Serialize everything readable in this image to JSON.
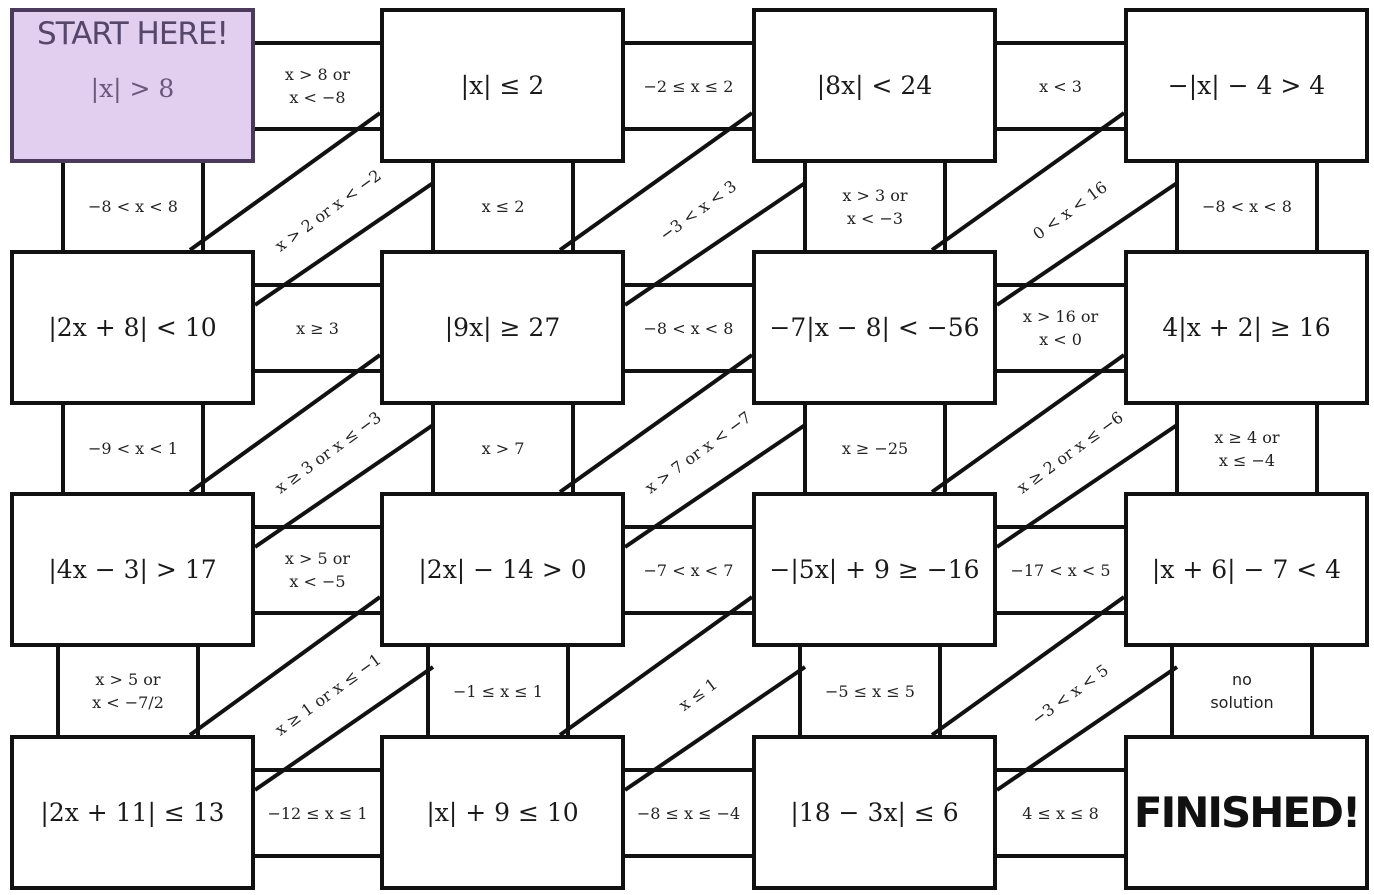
{
  "theme": {
    "start_fill": "#e2cff0",
    "start_border": "#4b3a5b",
    "line_color": "#111111",
    "background": "#ffffff"
  },
  "cells": [
    {
      "row": 0,
      "col": 0,
      "type": "start",
      "title": "START HERE!",
      "expr": "|x| > 8"
    },
    {
      "row": 0,
      "col": 1,
      "expr": "|x| ≤ 2"
    },
    {
      "row": 0,
      "col": 2,
      "expr": "|8x| < 24"
    },
    {
      "row": 0,
      "col": 3,
      "expr": "−|x| − 4 > 4"
    },
    {
      "row": 1,
      "col": 0,
      "expr": "|2x + 8| < 10"
    },
    {
      "row": 1,
      "col": 1,
      "expr": "|9x| ≥ 27"
    },
    {
      "row": 1,
      "col": 2,
      "expr": "−7|x − 8| < −56"
    },
    {
      "row": 1,
      "col": 3,
      "expr": "4|x + 2| ≥ 16"
    },
    {
      "row": 2,
      "col": 0,
      "expr": "|4x − 3| > 17"
    },
    {
      "row": 2,
      "col": 1,
      "expr": "|2x| − 14 > 0"
    },
    {
      "row": 2,
      "col": 2,
      "expr": "−|5x| + 9 ≥ −16"
    },
    {
      "row": 2,
      "col": 3,
      "expr": "|x + 6| − 7 < 4"
    },
    {
      "row": 3,
      "col": 0,
      "expr": "|2x + 11| ≤ 13"
    },
    {
      "row": 3,
      "col": 1,
      "expr": "|x| + 9 ≤ 10"
    },
    {
      "row": 3,
      "col": 2,
      "expr": "|18 − 3x| ≤ 6"
    },
    {
      "row": 3,
      "col": 3,
      "type": "finish",
      "title": "FINISHED!"
    }
  ],
  "horizontal_answers": [
    {
      "row": 0,
      "gap": 0,
      "lines": [
        "x > 8 or",
        "x < −8"
      ]
    },
    {
      "row": 0,
      "gap": 1,
      "lines": [
        "−2 ≤ x ≤ 2"
      ]
    },
    {
      "row": 0,
      "gap": 2,
      "lines": [
        "x < 3"
      ]
    },
    {
      "row": 1,
      "gap": 0,
      "lines": [
        "x ≥ 3"
      ]
    },
    {
      "row": 1,
      "gap": 1,
      "lines": [
        "−8 < x < 8"
      ]
    },
    {
      "row": 1,
      "gap": 2,
      "lines": [
        "x > 16 or",
        "x < 0"
      ]
    },
    {
      "row": 2,
      "gap": 0,
      "lines": [
        "x > 5 or",
        "x < −5"
      ]
    },
    {
      "row": 2,
      "gap": 1,
      "lines": [
        "−7 < x < 7"
      ]
    },
    {
      "row": 2,
      "gap": 2,
      "lines": [
        "−17 < x < 5"
      ]
    },
    {
      "row": 3,
      "gap": 0,
      "lines": [
        "−12 ≤ x ≤ 1"
      ]
    },
    {
      "row": 3,
      "gap": 1,
      "lines": [
        "−8 ≤ x ≤ −4"
      ]
    },
    {
      "row": 3,
      "gap": 2,
      "lines": [
        "4 ≤ x ≤ 8"
      ]
    }
  ],
  "vertical_answers": [
    {
      "gap": 0,
      "col": 0,
      "lines": [
        "−8 < x < 8"
      ]
    },
    {
      "gap": 0,
      "col": 1,
      "lines": [
        "x ≤ 2"
      ]
    },
    {
      "gap": 0,
      "col": 2,
      "lines": [
        "x > 3 or",
        "x < −3"
      ]
    },
    {
      "gap": 0,
      "col": 3,
      "lines": [
        "−8 < x < 8"
      ]
    },
    {
      "gap": 1,
      "col": 0,
      "lines": [
        "−9 < x < 1"
      ]
    },
    {
      "gap": 1,
      "col": 1,
      "lines": [
        "x > 7"
      ]
    },
    {
      "gap": 1,
      "col": 2,
      "lines": [
        "x ≥ −25"
      ]
    },
    {
      "gap": 1,
      "col": 3,
      "lines": [
        "x ≥ 4 or",
        "x ≤ −4"
      ]
    },
    {
      "gap": 2,
      "col": 0,
      "lines": [
        "x > 5 or",
        "x < −7/2"
      ]
    },
    {
      "gap": 2,
      "col": 1,
      "lines": [
        "−1 ≤ x ≤ 1"
      ]
    },
    {
      "gap": 2,
      "col": 2,
      "lines": [
        "−5 ≤ x ≤ 5"
      ]
    },
    {
      "gap": 2,
      "col": 3,
      "lines": [
        "no",
        "solution"
      ]
    }
  ],
  "diagonal_answers": [
    {
      "gap": 0,
      "col": 0,
      "text": "x > 2 or x < −2"
    },
    {
      "gap": 0,
      "col": 1,
      "text": "−3 < x < 3"
    },
    {
      "gap": 0,
      "col": 2,
      "text": "0 < x < 16"
    },
    {
      "gap": 1,
      "col": 0,
      "text": "x ≥ 3 or x ≤ −3"
    },
    {
      "gap": 1,
      "col": 1,
      "text": "x > 7 or x < −7"
    },
    {
      "gap": 1,
      "col": 2,
      "text": "x ≥ 2 or x ≤ −6"
    },
    {
      "gap": 2,
      "col": 0,
      "text": "x ≥ 1 or x ≤ −1"
    },
    {
      "gap": 2,
      "col": 1,
      "text": "x ≤ 1"
    },
    {
      "gap": 2,
      "col": 2,
      "text": "−3 < x < 5"
    }
  ]
}
